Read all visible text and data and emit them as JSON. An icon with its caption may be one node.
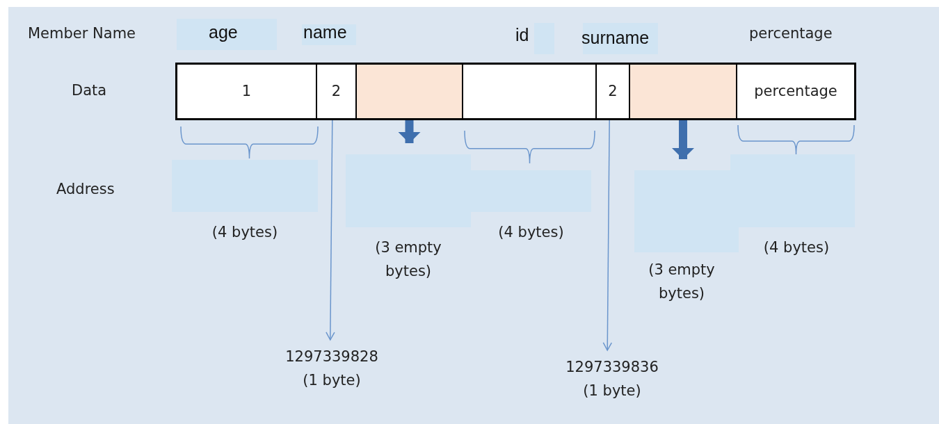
{
  "diagram": {
    "nodes": [
      {
        "text": [
          "1"
        ]
      },
      {
        "text": [
          "2"
        ]
      },
      {
        "text": [],
        "shape": "box"
      },
      {
        "text": [],
        "shape": "box"
      },
      {
        "text": [
          "2"
        ]
      },
      {
        "text": [],
        "shape": "box"
      },
      {
        "text": [
          "percentage"
        ]
      },
      {
        "text": [],
        "shape": "box",
        "beside": [
          "(4 bytes)"
        ]
      },
      {
        "text": [],
        "shape": "box",
        "beside": [
          "(3 empty bytes)"
        ]
      },
      {
        "text": [],
        "shape": "box",
        "beside": [
          "(4 bytes)"
        ]
      },
      {
        "text": [],
        "shape": "box",
        "beside": [
          "(3 empty bytes)"
        ]
      },
      {
        "text": [],
        "shape": "box",
        "beside": [
          "(4 bytes)"
        ]
      },
      {
        "text": [
          "1297339828",
          "(1 byte)"
        ]
      },
      {
        "text": [
          "1297339836",
          "(1 byte)"
        ]
      }
    ],
    "edges": [
      {
        "from": 1,
        "to": 12,
        "arrow": "to"
      },
      {
        "from": 2,
        "to": 8,
        "arrow": "to",
        "style": "thick",
        "color": "#3f6fad"
      },
      {
        "from": 4,
        "to": 13,
        "arrow": "to"
      },
      {
        "from": 5,
        "to": 10,
        "arrow": "to",
        "style": "thick",
        "color": "#3f6fad"
      }
    ],
    "labels": [
      "Member Name",
      "age",
      "name",
      "id",
      "surname",
      "percentage",
      "Data",
      "Address"
    ]
  }
}
